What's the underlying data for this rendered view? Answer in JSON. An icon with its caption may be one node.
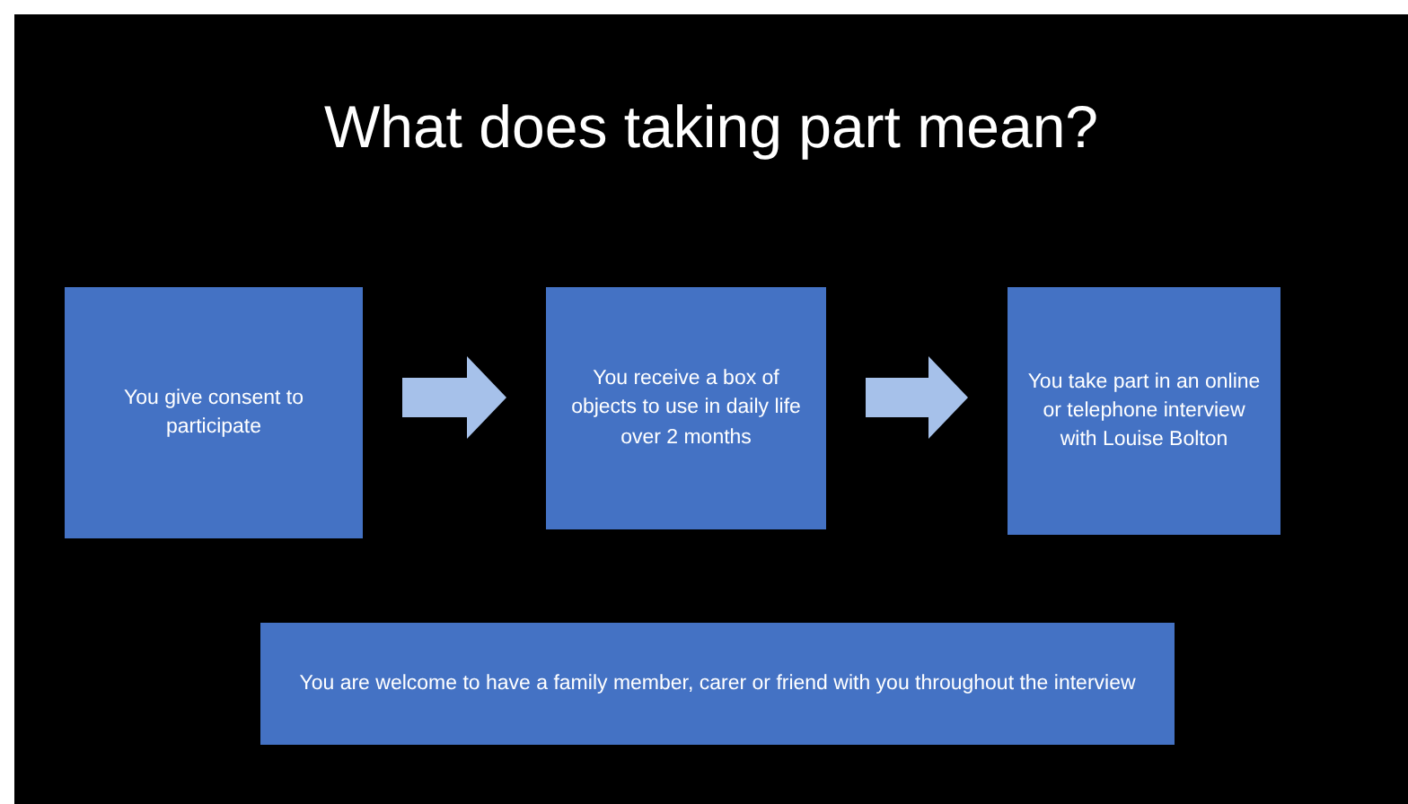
{
  "diagram": {
    "title": "What does taking part mean?",
    "nodes": [
      {
        "text": [
          "You give consent to participate"
        ]
      },
      {
        "text": [
          "You receive a box of objects to use in daily life over 2 months"
        ]
      },
      {
        "text": [
          "You take part in an online or telephone interview with Louise Bolton"
        ]
      },
      {
        "text": [
          "You are welcome to have a family member, carer or friend with you throughout the interview"
        ]
      }
    ],
    "edges": [
      {
        "from": 0,
        "to": 1,
        "arrow": "to"
      },
      {
        "from": 1,
        "to": 2,
        "arrow": "to"
      }
    ]
  }
}
